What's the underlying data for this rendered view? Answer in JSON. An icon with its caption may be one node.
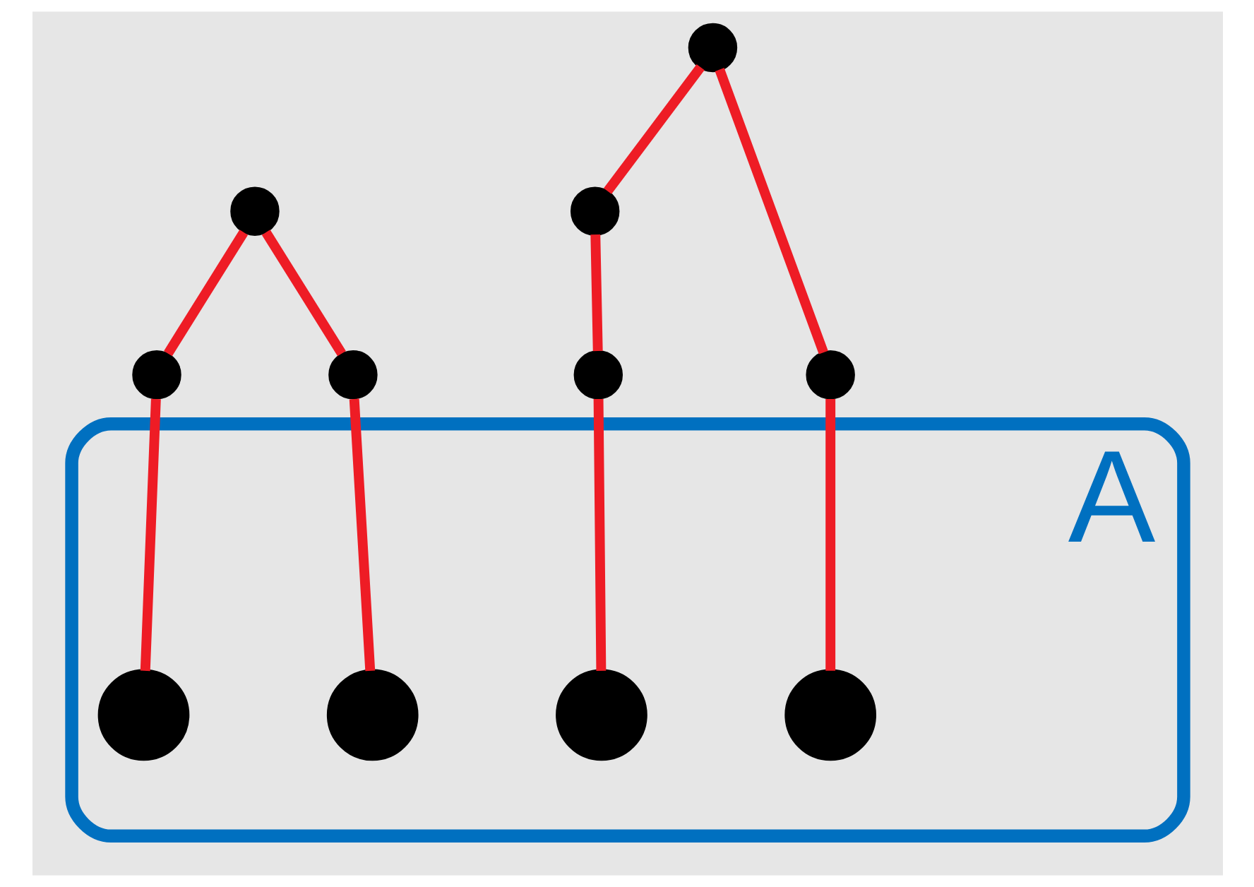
{
  "diagram": {
    "nodes": [
      {
        "text": [
          "A"
        ]
      },
      {
        "text": [],
        "shape": "circle",
        "in": 0
      },
      {
        "text": [],
        "shape": "circle",
        "in": 0
      },
      {
        "text": [],
        "shape": "circle",
        "in": 0
      },
      {
        "text": [],
        "shape": "circle",
        "in": 0
      },
      {
        "text": [],
        "shape": "circle"
      },
      {
        "text": [],
        "shape": "circle"
      },
      {
        "text": [],
        "shape": "circle"
      },
      {
        "text": [],
        "shape": "circle"
      },
      {
        "text": [],
        "shape": "circle"
      },
      {
        "text": [],
        "shape": "circle"
      },
      {
        "text": [],
        "shape": "circle"
      }
    ],
    "edges": [
      {
        "from": 1,
        "to": 5,
        "arrow": "none"
      },
      {
        "from": 5,
        "to": 6,
        "arrow": "none"
      },
      {
        "from": 2,
        "to": 7,
        "arrow": "none"
      },
      {
        "from": 7,
        "to": 6,
        "arrow": "none"
      },
      {
        "from": 3,
        "to": 8,
        "arrow": "none"
      },
      {
        "from": 8,
        "to": 9,
        "arrow": "none"
      },
      {
        "from": 4,
        "to": 11,
        "arrow": "none"
      },
      {
        "from": 11,
        "to": 10,
        "arrow": "none"
      },
      {
        "from": 9,
        "to": 10,
        "arrow": "none"
      }
    ]
  }
}
